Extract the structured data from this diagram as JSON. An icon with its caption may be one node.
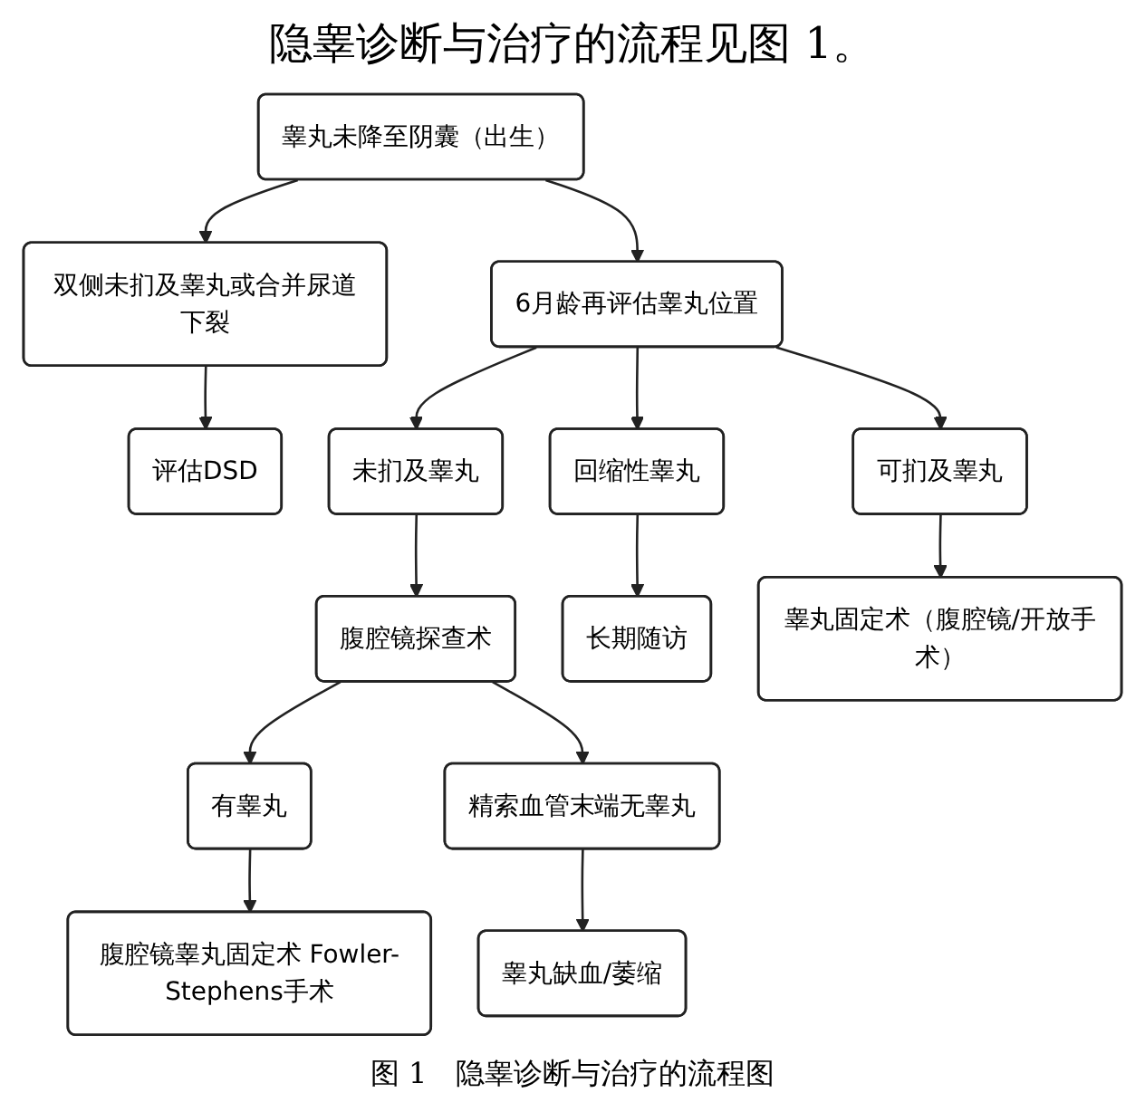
{
  "diagram": {
    "title": "隐睾诊断与治疗的流程见图 1。",
    "caption": "图 1　隐睾诊断与治疗的流程图",
    "nodes": [
      {
        "text": [
          "睾丸未降至阴囊（出生）"
        ]
      },
      {
        "text": [
          "双侧未扪及睾丸或合并尿道下裂"
        ]
      },
      {
        "text": [
          "评估DSD"
        ]
      },
      {
        "text": [
          "6月龄再评估睾丸位置"
        ]
      },
      {
        "text": [
          "回缩性睾丸"
        ]
      },
      {
        "text": [
          "可扪及睾丸"
        ]
      },
      {
        "text": [
          "未扪及睾丸"
        ]
      },
      {
        "text": [
          "腹腔镜探查术"
        ]
      },
      {
        "text": [
          "长期随访"
        ]
      },
      {
        "text": [
          "睾丸固定术（腹腔镜/开放手术）"
        ]
      },
      {
        "text": [
          "有睾丸"
        ]
      },
      {
        "text": [
          "精索血管末端无睾丸"
        ]
      },
      {
        "text": [
          "腹腔镜睾丸固定术 Fowler-Stephens手术"
        ]
      },
      {
        "text": [
          "睾丸缺血/萎缩"
        ]
      }
    ],
    "edges": [
      {
        "from": 0,
        "to": 3,
        "arrow": "to"
      },
      {
        "from": 0,
        "to": 1,
        "arrow": "to"
      },
      {
        "from": 1,
        "to": 2,
        "arrow": "to"
      },
      {
        "from": 3,
        "to": 4,
        "arrow": "to"
      },
      {
        "from": 3,
        "to": 5,
        "arrow": "to"
      },
      {
        "from": 3,
        "to": 6,
        "arrow": "to"
      },
      {
        "from": 4,
        "to": 8,
        "arrow": "to"
      },
      {
        "from": 5,
        "to": 9,
        "arrow": "to"
      },
      {
        "from": 6,
        "to": 7,
        "arrow": "to"
      },
      {
        "from": 7,
        "to": 10,
        "arrow": "to"
      },
      {
        "from": 7,
        "to": 11,
        "arrow": "to"
      },
      {
        "from": 10,
        "to": 12,
        "arrow": "to"
      },
      {
        "from": 11,
        "to": 13,
        "arrow": "to"
      }
    ]
  }
}
